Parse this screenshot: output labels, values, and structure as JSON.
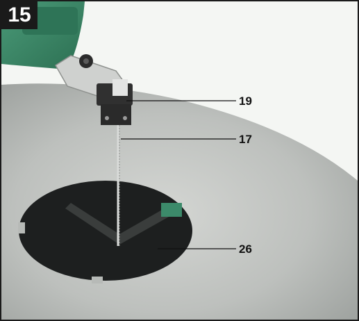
{
  "figure": {
    "number": "15"
  },
  "callouts": [
    {
      "label": "19",
      "target": "blade-clamp"
    },
    {
      "label": "17",
      "target": "saw-blade"
    },
    {
      "label": "26",
      "target": "table-insert"
    }
  ],
  "colors": {
    "badge": "#1a1a1a",
    "table_metal": "#bfc2bf",
    "machine_green": "#3c8a6a",
    "insert_black": "#1d1f1f",
    "background": "#f4f6f3"
  }
}
